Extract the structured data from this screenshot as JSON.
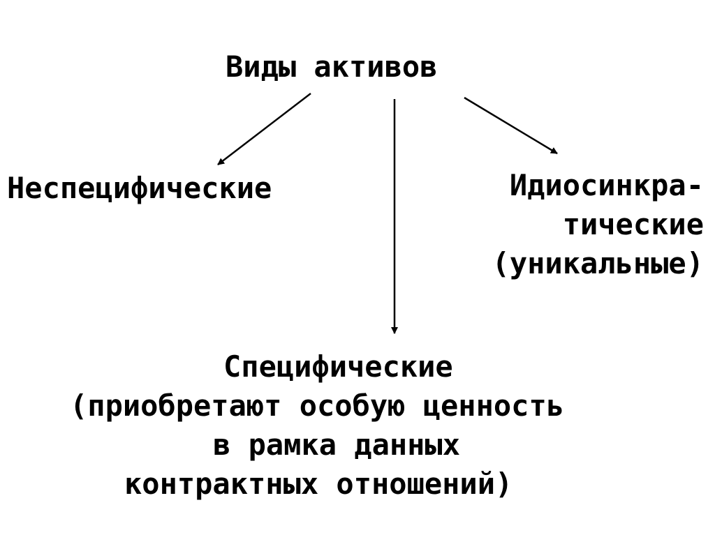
{
  "diagram": {
    "root": {
      "label": "Виды активов"
    },
    "left": {
      "label": "Неспецифические"
    },
    "right": {
      "lines": [
        "Идиосинкра-",
        "тические",
        "(уникальные)"
      ]
    },
    "bottom": {
      "lines": [
        "Специфические",
        "(приобретают особую ценность",
        "в рамка данных",
        "контрактных отношений)"
      ]
    }
  }
}
